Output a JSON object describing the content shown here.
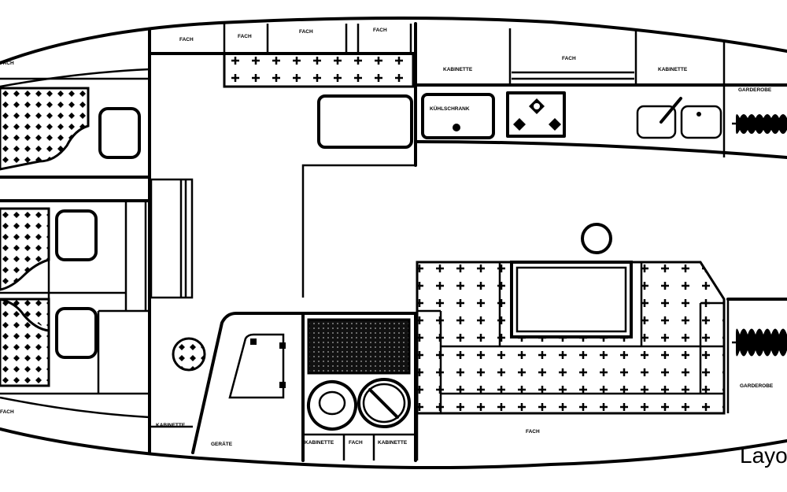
{
  "labels": {
    "fach": "FACH",
    "kabinette": "KABINETTE",
    "kuehlschrank": "KÜHLSCHRANK",
    "garderobe": "GARDEROBE",
    "geraete": "GERÄTE",
    "caption": "Layo"
  },
  "colors": {
    "line": "#000000",
    "background": "#ffffff"
  }
}
